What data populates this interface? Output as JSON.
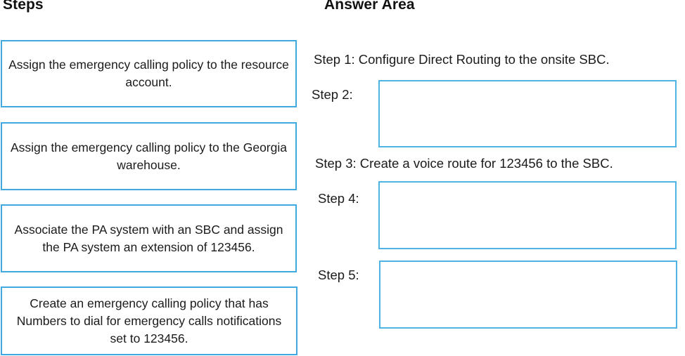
{
  "columns": {
    "steps_heading": "Steps",
    "answer_heading": "Answer Area"
  },
  "colors": {
    "option_border": "#3fa9e0",
    "dropbox_border": "#4fb3e3",
    "text": "#1b1b1b",
    "background": "#ffffff"
  },
  "steps": {
    "options": [
      {
        "id": "option-1",
        "text": "Assign the emergency calling policy to the resource account."
      },
      {
        "id": "option-2",
        "text": "Assign the emergency calling policy to the Georgia warehouse."
      },
      {
        "id": "option-3",
        "text": "Associate the PA system with an SBC and assign the PA system an extension of 123456."
      },
      {
        "id": "option-4",
        "text": "Create an emergency calling policy that has Numbers to dial for emergency calls notifications set to 123456."
      }
    ]
  },
  "answer_area": {
    "rows": [
      {
        "id": "step-1",
        "label": "Step 1:",
        "filled": true,
        "full_line": "Step 1: Configure Direct Routing to the onsite SBC.",
        "value": "Configure Direct Routing to the onsite SBC."
      },
      {
        "id": "step-2",
        "label": "Step 2:",
        "filled": false,
        "value": ""
      },
      {
        "id": "step-3",
        "label": "Step 3:",
        "filled": true,
        "full_line": "Step 3: Create a voice route for 123456 to the SBC.",
        "value": "Create a voice route for 123456 to the SBC."
      },
      {
        "id": "step-4",
        "label": "Step 4:",
        "filled": false,
        "value": ""
      },
      {
        "id": "step-5",
        "label": "Step 5:",
        "filled": false,
        "value": ""
      }
    ]
  }
}
